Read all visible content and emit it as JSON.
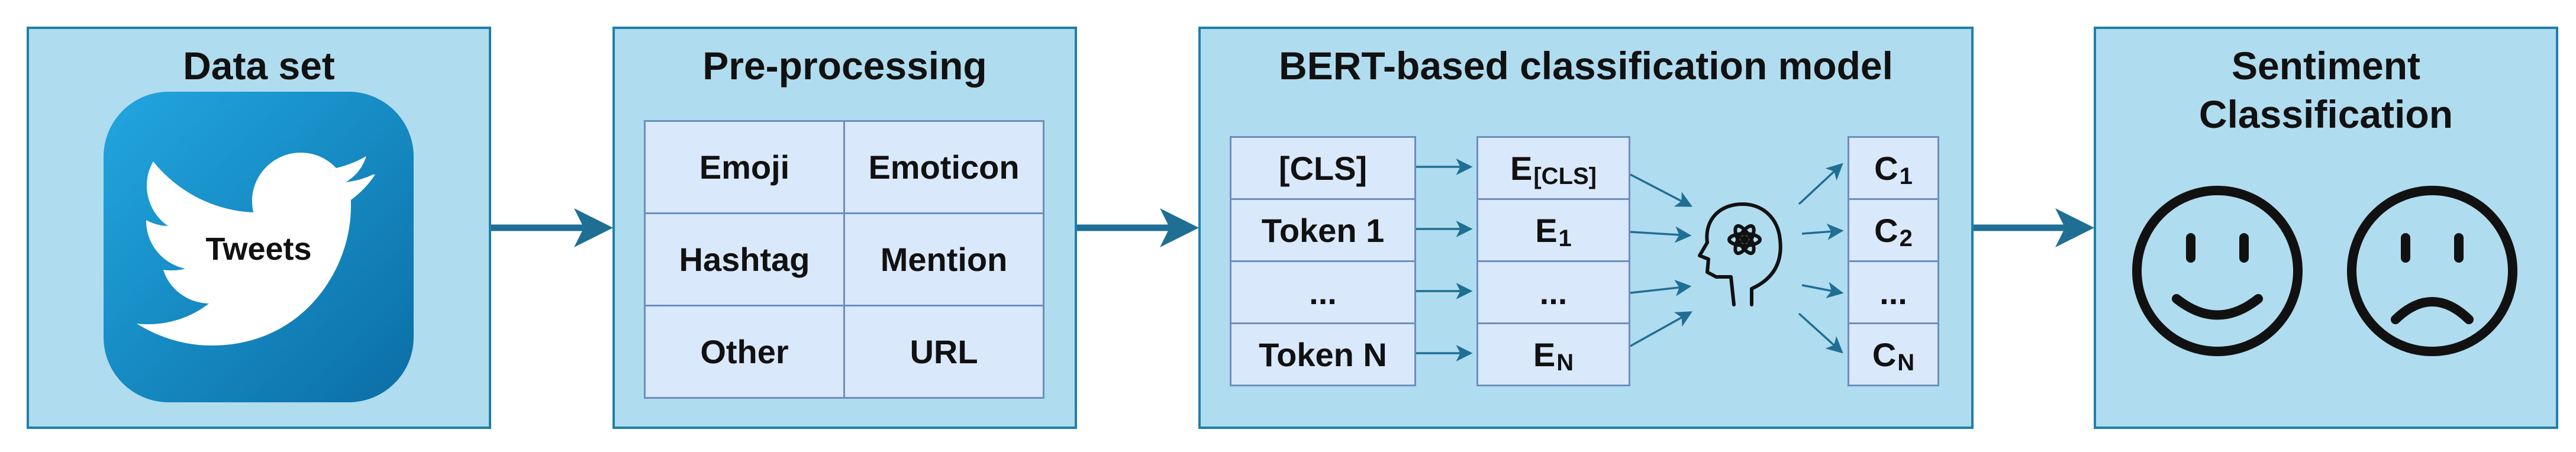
{
  "dataset": {
    "title": "Data set",
    "logo_label": "Tweets",
    "logo_icon": "twitter-bird-icon"
  },
  "preprocessing": {
    "title": "Pre-processing",
    "cells": [
      "Emoji",
      "Emoticon",
      "Hashtag",
      "Mention",
      "Other",
      "URL"
    ]
  },
  "bert": {
    "title": "BERT-based classification model",
    "inputs": [
      "[CLS]",
      "Token 1",
      "...",
      "Token N"
    ],
    "embeddings": [
      {
        "base": "E",
        "sub": "[CLS]"
      },
      {
        "base": "E",
        "sub": "1"
      },
      {
        "base": "...",
        "sub": ""
      },
      {
        "base": "E",
        "sub": "N"
      }
    ],
    "outputs": [
      {
        "base": "C",
        "sub": "1"
      },
      {
        "base": "C",
        "sub": "2"
      },
      {
        "base": "...",
        "sub": ""
      },
      {
        "base": "C",
        "sub": "N"
      }
    ],
    "model_icon": "brain-head-icon"
  },
  "sentiment": {
    "title_line1": "Sentiment",
    "title_line2": "Classification",
    "icons": [
      "smiley-face-icon",
      "sad-face-icon"
    ]
  },
  "colors": {
    "panel_fill": "#b0dcef",
    "panel_border": "#1f7fa8",
    "cell_fill": "#dae8fc",
    "cell_border": "#6c8ebf",
    "arrow": "#1f6f94",
    "logo_blue": "#1a8bc8"
  }
}
